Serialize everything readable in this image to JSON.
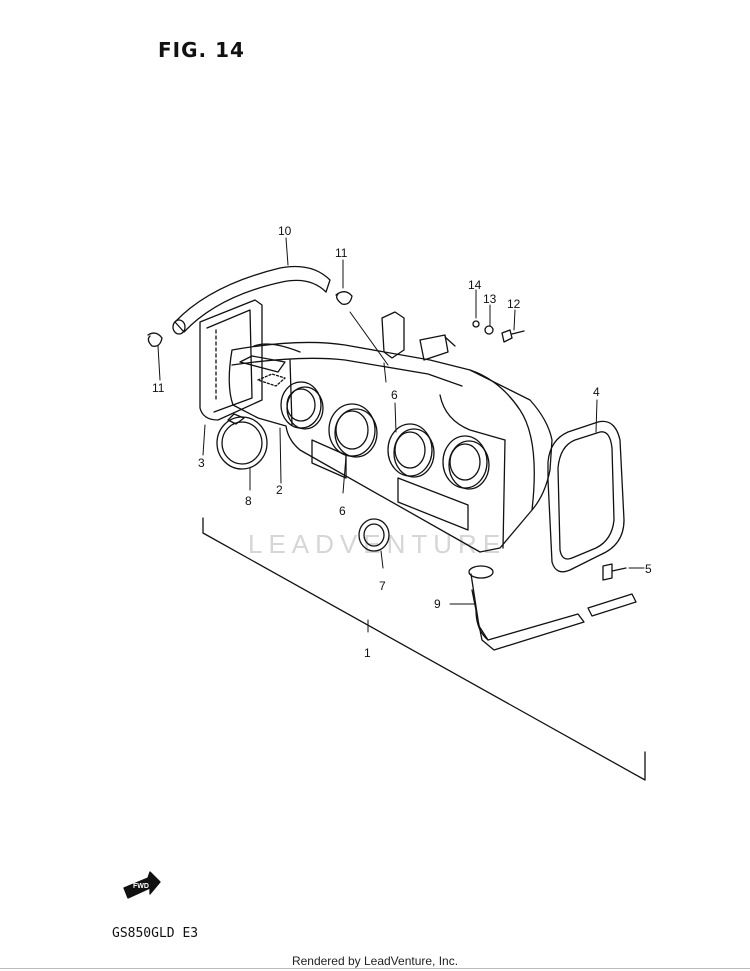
{
  "figure_title": "FIG. 14",
  "model_code": "GS850GLD E3",
  "footer_text": "Rendered by LeadVenture, Inc.",
  "watermark_text": "LEADVENTURE",
  "fwd_label": "FWD",
  "callouts": {
    "c1": "1",
    "c2": "2",
    "c3": "3",
    "c4": "4",
    "c5": "5",
    "c6a": "6",
    "c6b": "6",
    "c7": "7",
    "c8": "8",
    "c9": "9",
    "c10": "10",
    "c11a": "11",
    "c11b": "11",
    "c12": "12",
    "c13": "13",
    "c14": "14"
  }
}
